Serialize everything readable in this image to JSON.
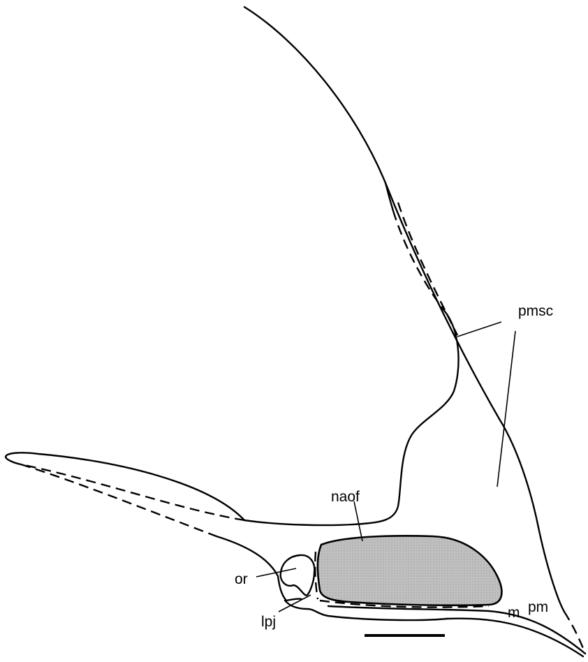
{
  "figure": {
    "labels": {
      "pmsc": "pmsc",
      "naof": "naof",
      "or": "or",
      "lpj": "lpj",
      "m": "m",
      "pm": "pm"
    },
    "colors": {
      "line": "#000000",
      "fenestra_fill": "#bdbdbd",
      "background": "#ffffff"
    }
  }
}
